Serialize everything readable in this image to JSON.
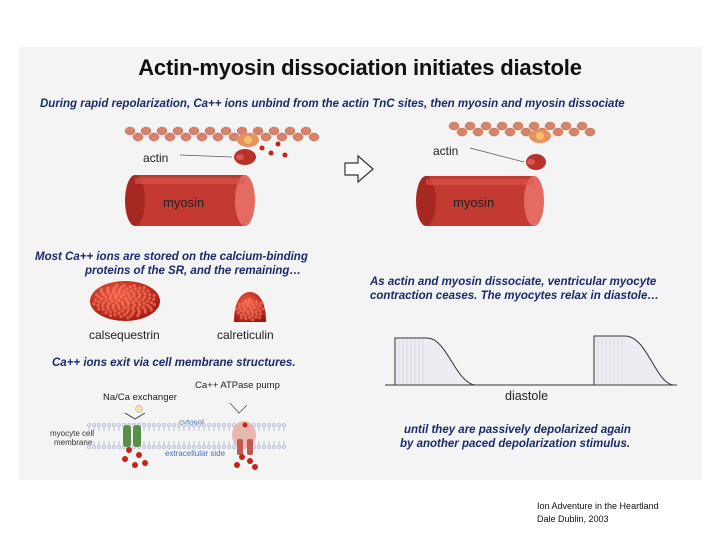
{
  "title": "Actin-myosin dissociation initiates diastole",
  "captions": {
    "top": "During rapid repolarization, Ca++ ions unbind from the actin TnC sites, then myosin and myosin dissociate",
    "storage_line1": "Most Ca++ ions are stored on the calcium-binding",
    "storage_line2": "proteins of the SR, and the remaining…",
    "exit": "Ca++ ions exit via cell membrane structures.",
    "relax_line1": "As actin and myosin dissociate, ventricular myocyte",
    "relax_line2": "contraction ceases. The myocytes relax in diastole…",
    "depol_line1": "until they are passively depolarized again",
    "depol_line2": "by another paced depolarization stimulus."
  },
  "labels": {
    "actin_left": "actin",
    "myosin_left": "myosin",
    "actin_right": "actin",
    "myosin_right": "myosin",
    "calsequestrin": "calsequestrin",
    "calreticulin": "calreticulin",
    "diastole": "diastole",
    "naca_exchanger": "Na/Ca exchanger",
    "atpase_pump": "Ca++ ATPase pump",
    "myocyte_membrane_line1": "myocyte cell",
    "myocyte_membrane_line2": "membrane",
    "cytosol": "cytosol",
    "extracellular": "extracellular side"
  },
  "credit": {
    "line1": "Ion Adventure in the Heartland",
    "line2": "Dale Dublin, 2003"
  },
  "colors": {
    "actin": "#d9826a",
    "myosin": "#c0302a",
    "calcium_ion": "#c8201a",
    "caption_text": "#1a2a6c",
    "waveform_fill": "#ececf2"
  },
  "icons": {
    "transition_arrow": "right-arrow-outline-icon"
  }
}
